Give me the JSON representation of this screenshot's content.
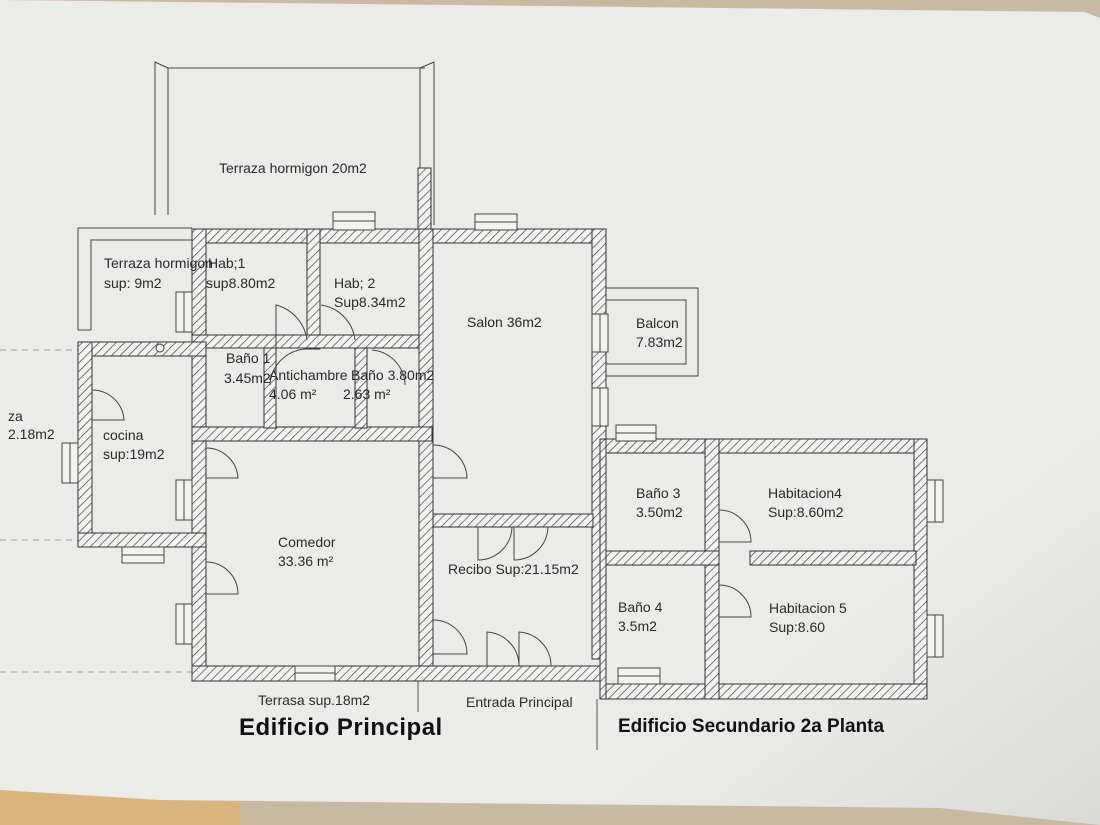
{
  "titles": {
    "main": "Edificio Principal",
    "secondary": "Edificio Secundario 2a Planta"
  },
  "labels": {
    "terraza_hormigon_20": "Terraza hormigon 20m2",
    "terraza_hormigon_9_a": "Terraza hormigon",
    "terraza_hormigon_9_b": "sup: 9m2",
    "hab1_a": "Hab;1",
    "hab1_b": "sup8.80m2",
    "hab2_a": "Hab; 2",
    "hab2_b": "Sup8.34m2",
    "salon": "Salon 36m2",
    "balcon_a": "Balcon",
    "balcon_b": "7.83m2",
    "bano1_a": "Baño 1",
    "bano1_b": "3.45m2",
    "antichambre_a": "Antichambre",
    "antichambre_b": "4.06 m²",
    "bano_380_a": "Baño 3.80m2",
    "bano_380_b": "2.63 m²",
    "za_a": "za",
    "za_b": "2.18m2",
    "cocina_a": "cocina",
    "cocina_b": "sup:19m2",
    "comedor_a": "Comedor",
    "comedor_b": "33.36 m²",
    "recibo": "Recibo Sup:21.15m2",
    "bano3_a": "Baño 3",
    "bano3_b": "3.50m2",
    "hab4_a": "Habitacion4",
    "hab4_b": "Sup:8.60m2",
    "bano4_a": "Baño 4",
    "bano4_b": "3.5m2",
    "hab5_a": "Habitacion 5",
    "hab5_b": "Sup:8.60",
    "terrasa": "Terrasa sup.18m2",
    "entrada": "Entrada Principal"
  },
  "colors": {
    "paper": "#ececea",
    "background": "#c9b9a0",
    "wall_line": "#3a3a3a",
    "text": "#2a2a2a"
  }
}
